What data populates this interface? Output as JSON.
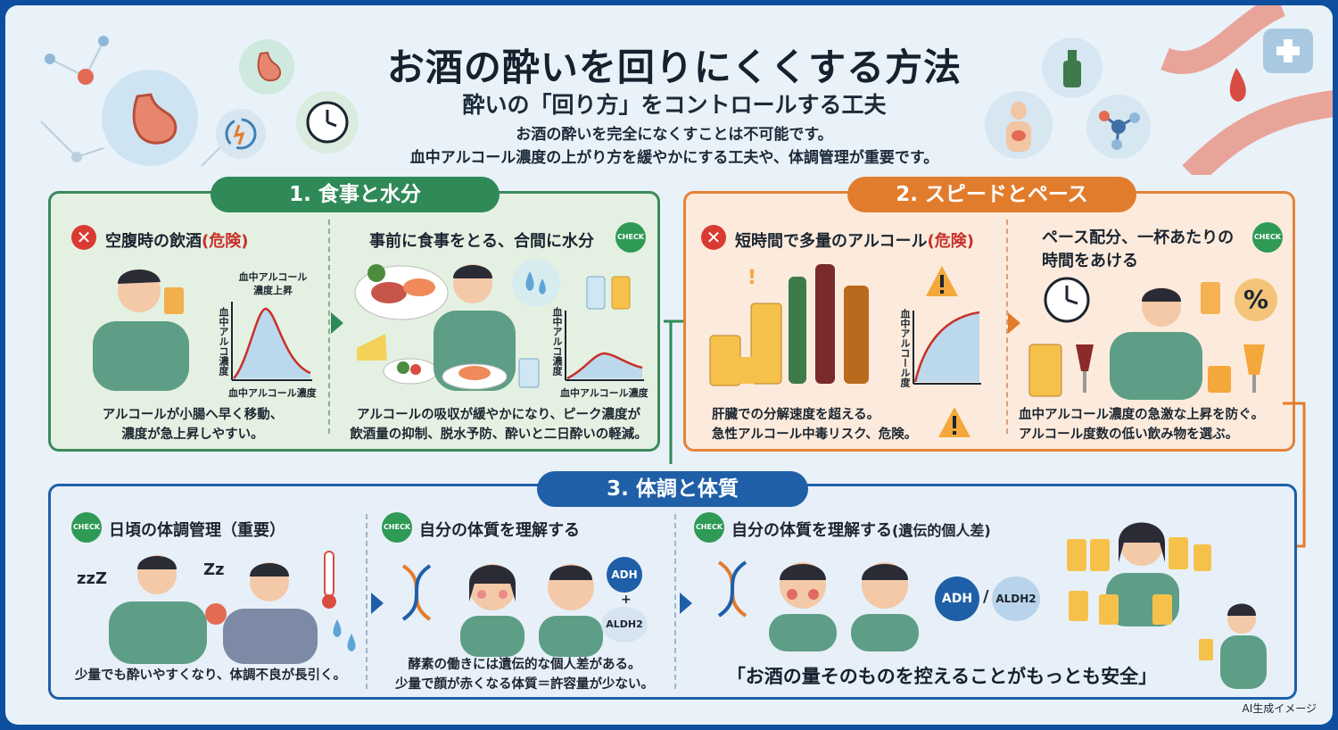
{
  "header": {
    "title": "お酒の酔いを回りにくくする方法",
    "subtitle": "酔いの「回り方」をコントロールする工夫",
    "intro_line1": "お酒の酔いを完全になくすことは不可能です。",
    "intro_line2": "血中アルコール濃度の上がり方を緩やかにする工夫や、体調管理が重要です。"
  },
  "section1": {
    "pill": "1. 食事と水分",
    "left": {
      "head_main": "空腹時の飲酒",
      "head_danger": "(危険)",
      "chart_title_1": "血中アルコール",
      "chart_title_2": "濃度上昇",
      "chart_ylabel": "血中アルコ濃度",
      "chart_xlabel": "血中アルコール濃度",
      "cap1": "アルコールが小腸へ早く移動、",
      "cap2": "濃度が急上昇しやすい。"
    },
    "right": {
      "head": "事前に食事をとる、合間に水分",
      "check": "CHECK",
      "chart_ylabel": "血中アルコ濃度",
      "chart_xlabel": "血中アルコール濃度",
      "cap1": "アルコールの吸収が緩やかになり、ピーク濃度が",
      "cap2": "飲酒量の抑制、脱水予防、酔いと二日酔いの軽減。"
    }
  },
  "section2": {
    "pill": "2. スピードとペース",
    "left": {
      "head_main": "短時間で多量のアルコール",
      "head_danger": "(危険)",
      "chart_ylabel": "血中アルコール度",
      "cap1": "肝臓での分解速度を超える。",
      "cap2": "急性アルコール中毒リスク、危険。"
    },
    "right": {
      "head1": "ペース配分、一杯あたりの",
      "head2": "時間をあける",
      "check": "CHECK",
      "percent": "%",
      "cap1": "血中アルコール濃度の急激な上昇を防ぐ。",
      "cap2": "アルコール度数の低い飲み物を選ぶ。"
    }
  },
  "section3": {
    "pill": "3. 体調と体質",
    "col1": {
      "check": "CHECK",
      "head": "日頃の体調管理（重要）",
      "cap": "少量でも酔いやすくなり、体調不良が長引く。"
    },
    "col2": {
      "check": "CHECK",
      "head": "自分の体質を理解する",
      "enzyme_a": "ADH",
      "plus": "+",
      "enzyme_b": "ALDH2",
      "cap1": "酵素の働きには遺伝的な個人差がある。",
      "cap2": "少量で顔が赤くなる体質＝許容量が少ない。"
    },
    "col3": {
      "check": "CHECK",
      "head_main": "自分の体質を理解する",
      "head_sub": "(遺伝的個人差)",
      "enzyme_a": "ADH",
      "slash": "/",
      "enzyme_b": "ALDH2"
    },
    "closing": "「お酒の量そのものを控えることがもっとも安全」"
  },
  "footer": "AI生成イメージ",
  "colors": {
    "green": "#2f8a58",
    "orange": "#e27c2d",
    "blue": "#1f5fa8",
    "danger": "#d93a32"
  }
}
